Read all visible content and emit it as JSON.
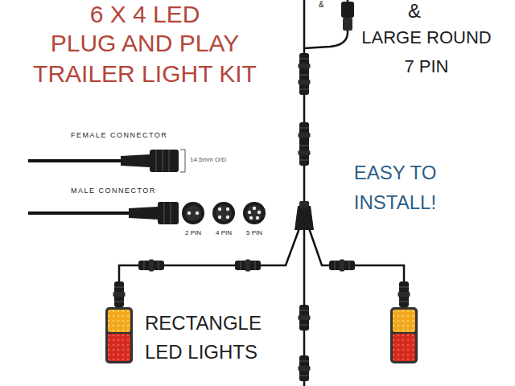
{
  "diagram": {
    "labels": [
      "6 X 4 LED",
      "PLUG AND PLAY",
      "TRAILER LIGHT KIT",
      "&",
      "&",
      "LARGE ROUND",
      "7 PIN",
      "FEMALE CONNECTOR",
      "14.5mm O/D",
      "MALE CONNECTOR",
      "2 PIN",
      "4 PIN",
      "5 PIN",
      "EASY TO INSTALL!",
      "RECTANGLE LED LIGHTS"
    ]
  }
}
